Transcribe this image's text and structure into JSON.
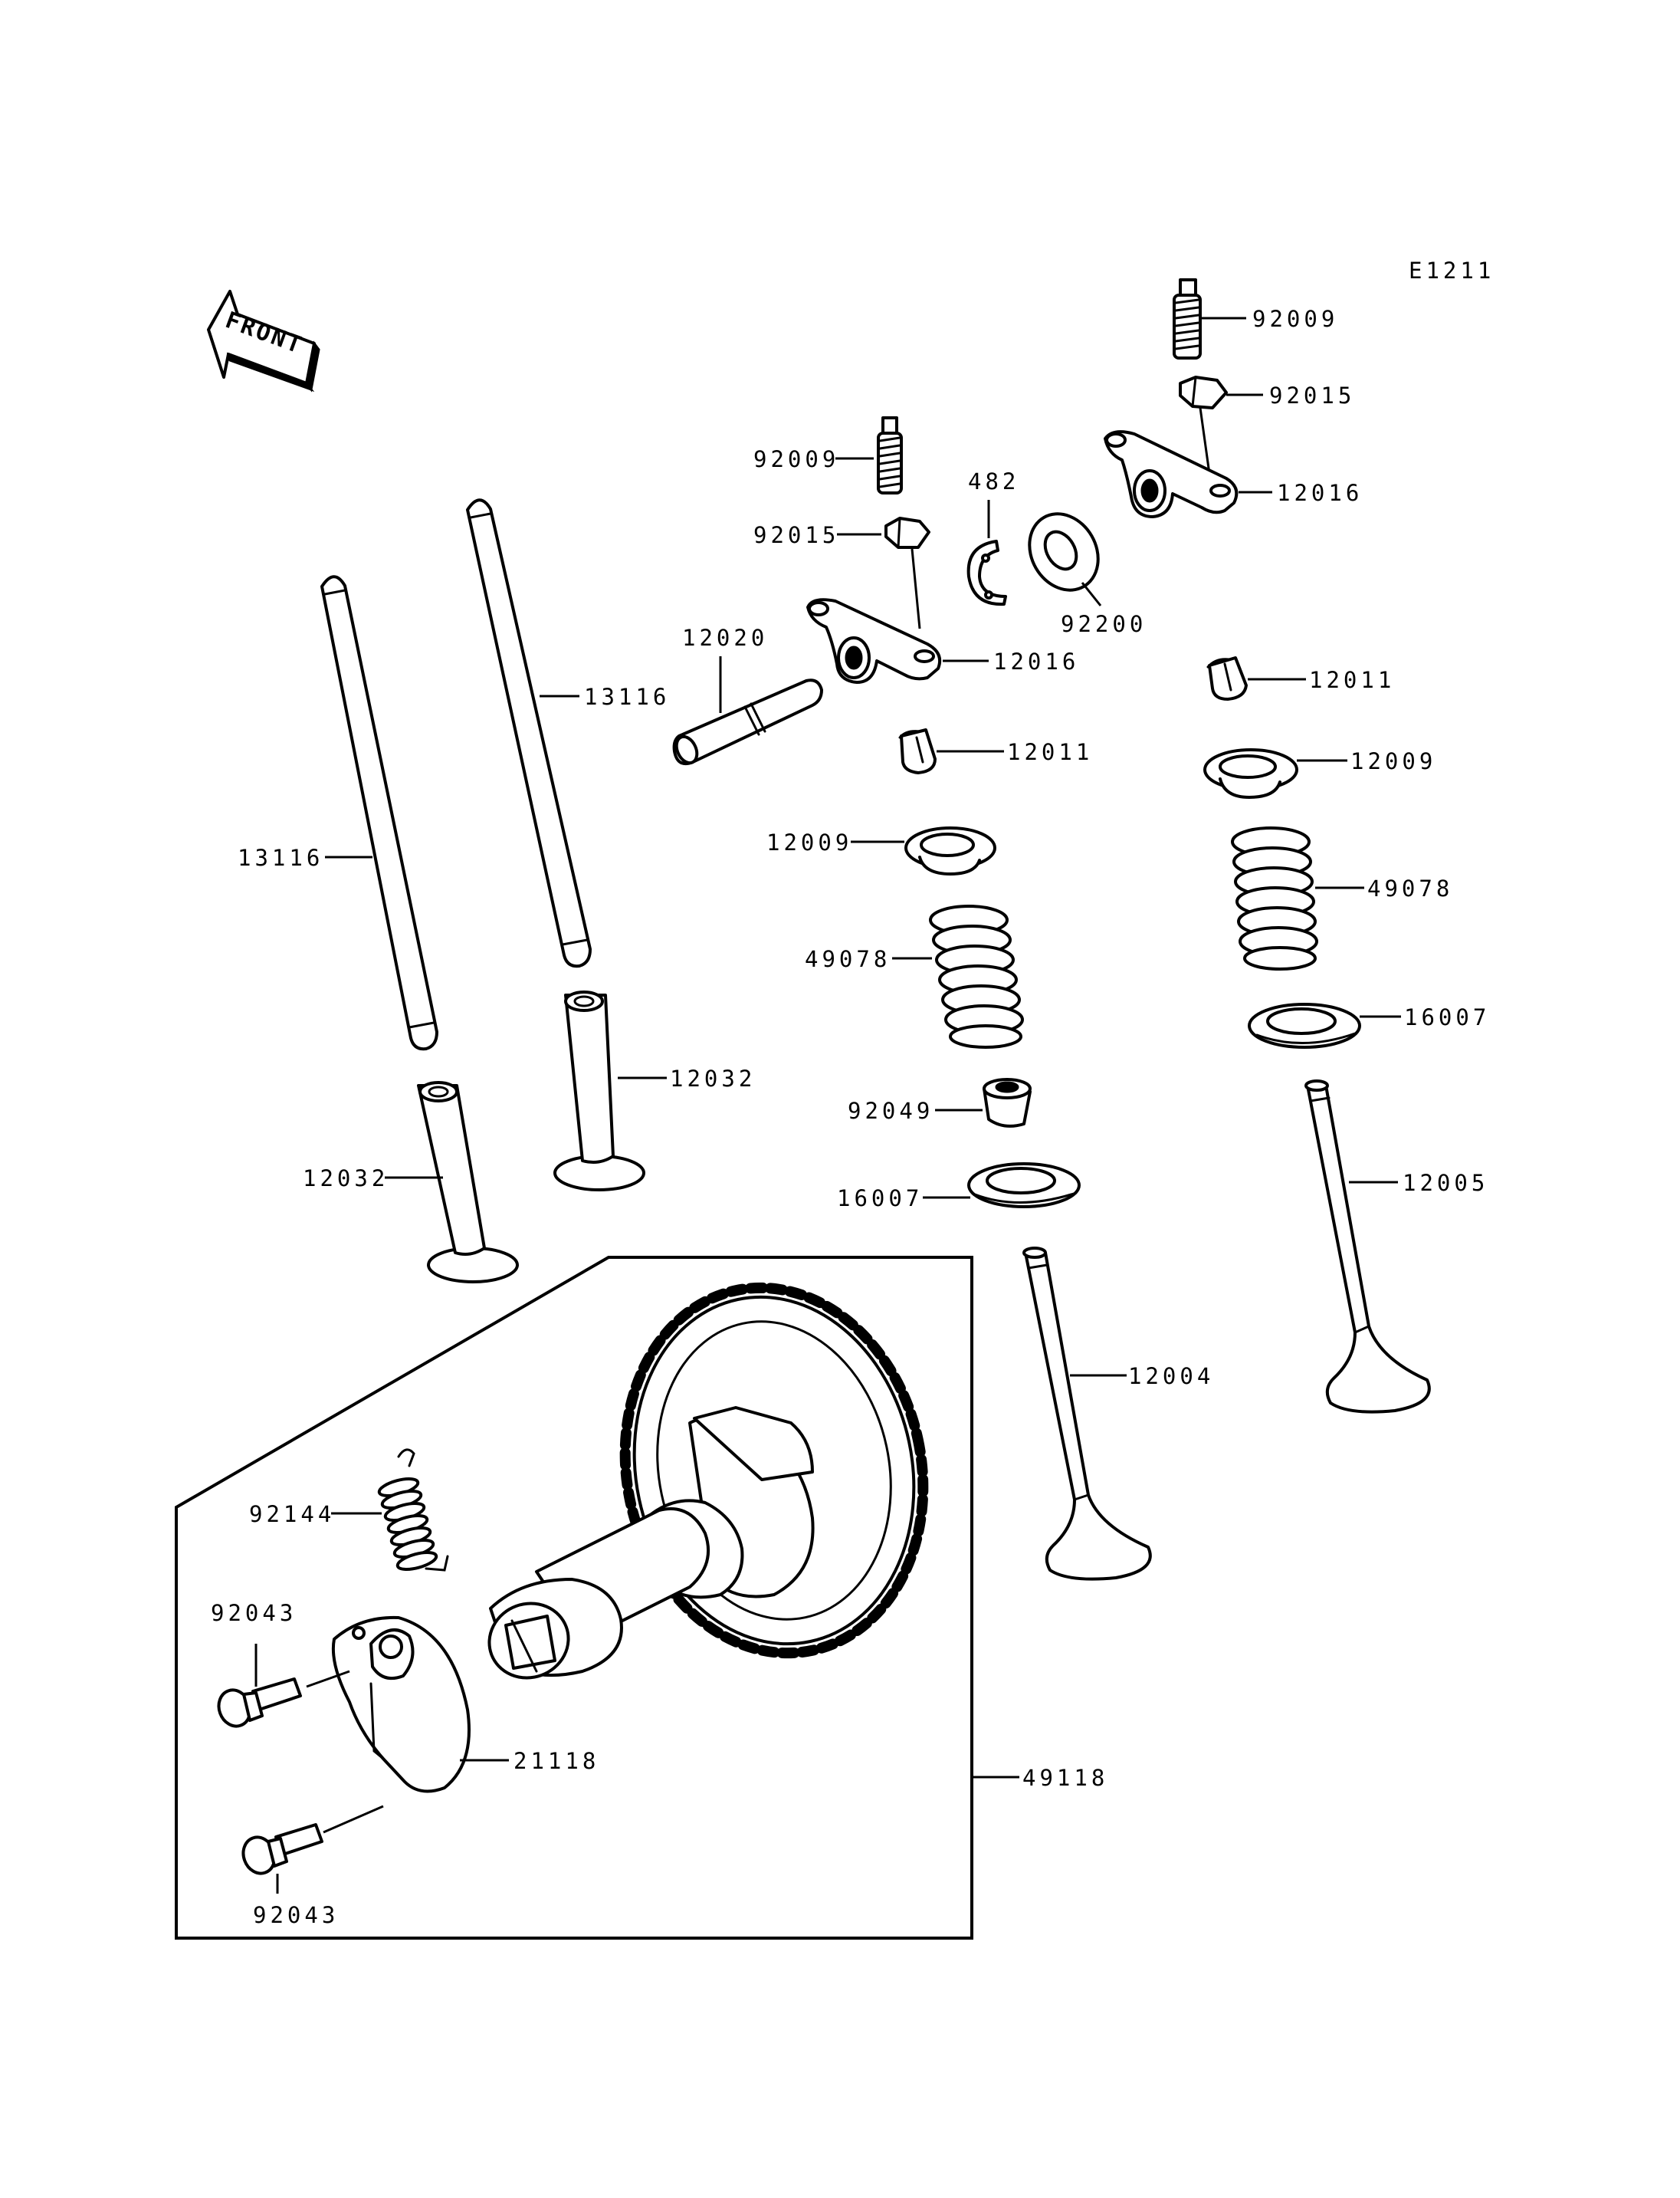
{
  "diagram_code": "E1211",
  "front_label": "FRONT",
  "labels": {
    "rocker_stud_right": "92009",
    "rocker_nut_right": "92015",
    "rocker_arm_right": "12016",
    "rocker_stud_left": "92009",
    "rocker_nut_left": "92015",
    "circlip": "482",
    "washer": "92200",
    "rocker_shaft": "12020",
    "rocker_arm_left": "12016",
    "pushrod_right": "13116",
    "pushrod_left": "13116",
    "collet_left": "12011",
    "collet_right": "12011",
    "retainer_left": "12009",
    "retainer_right": "12009",
    "spring_left": "49078",
    "spring_right": "49078",
    "spring_seat_right": "16007",
    "tappet_right": "12032",
    "tappet_left": "12032",
    "stem_seal": "92049",
    "spring_seat_left": "16007",
    "exhaust_valve": "12005",
    "intake_valve": "12004",
    "decomp_spring": "92144",
    "decomp_bolt_top": "92043",
    "decomp_weight": "21118",
    "camshaft_assy": "49118",
    "decomp_bolt_bottom": "92043"
  }
}
